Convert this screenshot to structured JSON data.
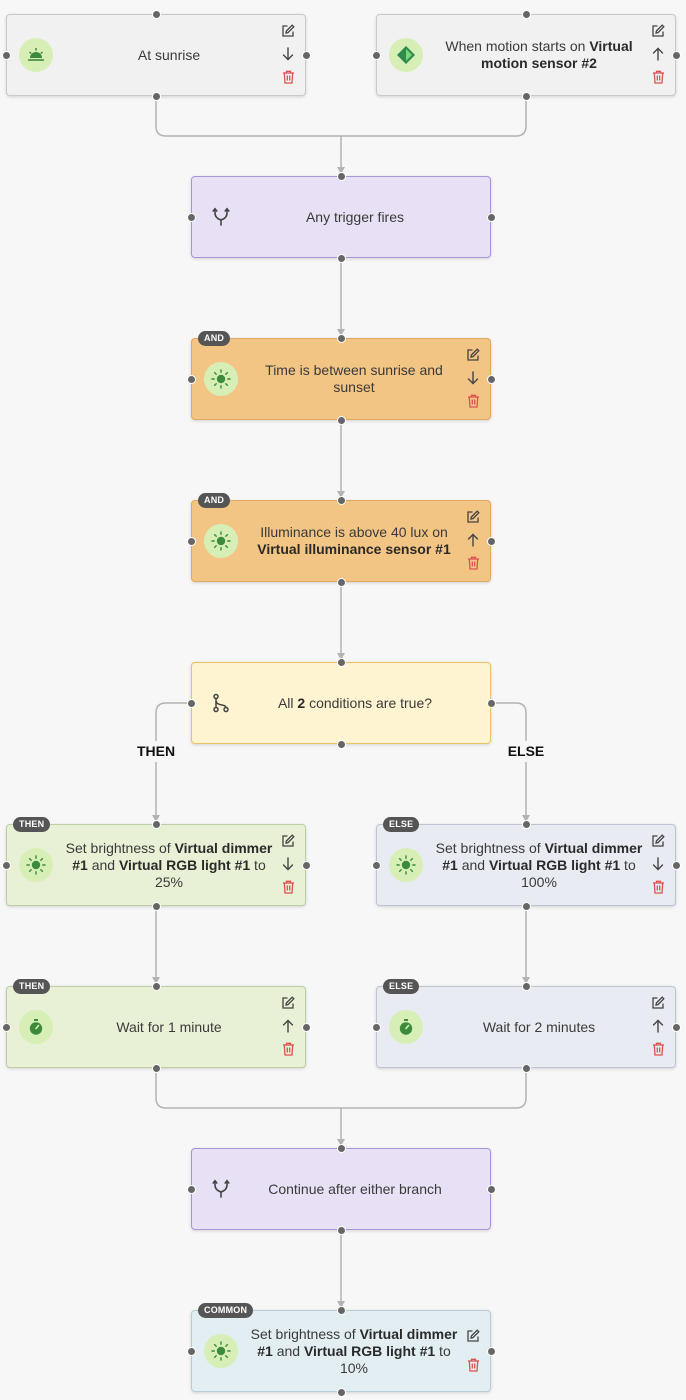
{
  "colors": {
    "trigger": "#f1f1f1",
    "merge": "#e8e1f5",
    "condition": "#f2c584",
    "if": "#fef4d1",
    "then": "#e8f1d5",
    "else": "#e9ebf3",
    "common": "#e3eef3",
    "icon_circle": "#d7efb7",
    "delete_icon": "#d9534f"
  },
  "nodes": {
    "sunrise": {
      "parts": [
        {
          "t": "At sunrise"
        }
      ],
      "icon": "sunrise-icon",
      "actions": [
        "edit-icon",
        "arrow-down-icon",
        "trash-icon"
      ]
    },
    "motion": {
      "parts": [
        {
          "t": "When motion starts on "
        },
        {
          "t": "Virtual motion sensor #2",
          "b": true
        }
      ],
      "icon": "motion-sensor-icon",
      "actions": [
        "edit-icon",
        "arrow-up-icon",
        "trash-icon"
      ]
    },
    "anytrigger": {
      "parts": [
        {
          "t": "Any trigger fires"
        }
      ],
      "icon": "merge-icon"
    },
    "cond1": {
      "badge": "AND",
      "parts": [
        {
          "t": "Time is between sunrise and sunset"
        }
      ],
      "icon": "sun-icon",
      "actions": [
        "edit-icon",
        "arrow-down-icon",
        "trash-icon"
      ]
    },
    "cond2": {
      "badge": "AND",
      "parts": [
        {
          "t": "Illuminance is above 40 lux on "
        },
        {
          "t": "Virtual illuminance sensor #1",
          "b": true
        }
      ],
      "icon": "sun-icon",
      "actions": [
        "edit-icon",
        "arrow-up-icon",
        "trash-icon"
      ]
    },
    "ifnode": {
      "parts": [
        {
          "t": "All "
        },
        {
          "t": "2",
          "b": true
        },
        {
          "t": " conditions are true?"
        }
      ],
      "icon": "branch-icon"
    },
    "then1": {
      "badge": "THEN",
      "parts": [
        {
          "t": "Set brightness of "
        },
        {
          "t": "Virtual dimmer #1",
          "b": true
        },
        {
          "t": " and "
        },
        {
          "t": "Virtual RGB light #1",
          "b": true
        },
        {
          "t": " to 25%"
        }
      ],
      "icon": "sun-icon",
      "actions": [
        "edit-icon",
        "arrow-down-icon",
        "trash-icon"
      ]
    },
    "else1": {
      "badge": "ELSE",
      "parts": [
        {
          "t": "Set brightness of "
        },
        {
          "t": "Virtual dimmer #1",
          "b": true
        },
        {
          "t": " and "
        },
        {
          "t": "Virtual RGB light #1",
          "b": true
        },
        {
          "t": " to 100%"
        }
      ],
      "icon": "sun-icon",
      "actions": [
        "edit-icon",
        "arrow-down-icon",
        "trash-icon"
      ]
    },
    "then2": {
      "badge": "THEN",
      "parts": [
        {
          "t": "Wait for 1 minute"
        }
      ],
      "icon": "timer-icon",
      "actions": [
        "edit-icon",
        "arrow-up-icon",
        "trash-icon"
      ]
    },
    "else2": {
      "badge": "ELSE",
      "parts": [
        {
          "t": "Wait for 2 minutes"
        }
      ],
      "icon": "timer-icon",
      "actions": [
        "edit-icon",
        "arrow-up-icon",
        "trash-icon"
      ]
    },
    "continue": {
      "parts": [
        {
          "t": "Continue after either branch"
        }
      ],
      "icon": "merge-icon"
    },
    "common": {
      "badge": "COMMON",
      "parts": [
        {
          "t": "Set brightness of "
        },
        {
          "t": "Virtual dimmer #1",
          "b": true
        },
        {
          "t": " and "
        },
        {
          "t": "Virtual RGB light #1",
          "b": true
        },
        {
          "t": " to 10%"
        }
      ],
      "icon": "sun-icon",
      "actions": [
        "edit-icon",
        "trash-icon"
      ]
    }
  },
  "branch_labels": {
    "then": "THEN",
    "else": "ELSE"
  }
}
